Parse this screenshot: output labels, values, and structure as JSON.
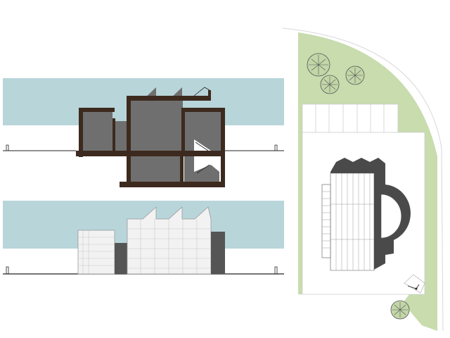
{
  "drawing": {
    "views": [
      "section",
      "elevation",
      "site-plan"
    ],
    "colors": {
      "sky": "#b8d5da",
      "lawn": "#c8dcae",
      "wall_cut": "#3d2a1e",
      "interior": "#6f6f6f",
      "facade": "#f2f2f2",
      "facade_lines": "#c9c9c9",
      "dark_grey": "#555555",
      "roof_dark": "#4a4a4a",
      "tree_fill": "#c2d6a8",
      "line": "#222222"
    }
  }
}
